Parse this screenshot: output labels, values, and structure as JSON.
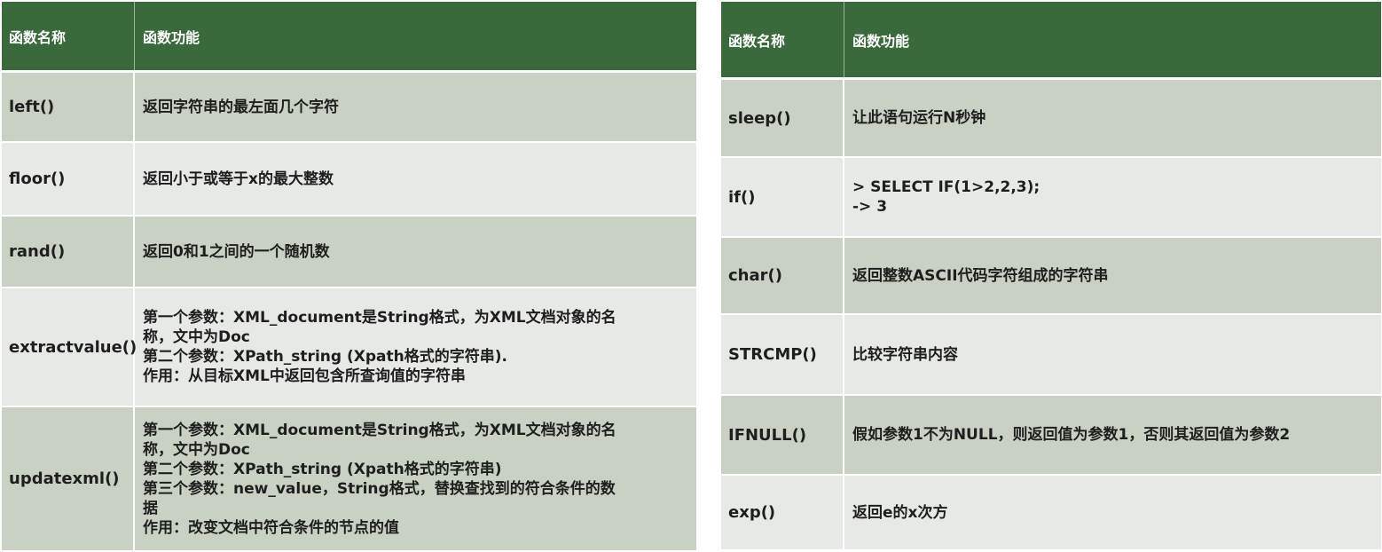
{
  "left_table": {
    "header": {
      "name": "函数名称",
      "func": "函数功能"
    },
    "rows": [
      {
        "name": "left()",
        "desc": "返回字符串的最左面几个字符"
      },
      {
        "name": "floor()",
        "desc": "返回小于或等于x的最大整数"
      },
      {
        "name": "rand()",
        "desc": "返回0和1之间的一个随机数"
      },
      {
        "name": "extractvalue()",
        "desc": "第一个参数：XML_document是String格式，为XML文档对象的名\n称，文中为Doc\n第二个参数：XPath_string (Xpath格式的字符串).\n作用：从目标XML中返回包含所查询值的字符串"
      },
      {
        "name": "updatexml()",
        "desc": "第一个参数：XML_document是String格式，为XML文档对象的名\n称，文中为Doc\n第二个参数：XPath_string (Xpath格式的字符串)\n第三个参数：new_value，String格式，替换查找到的符合条件的数\n据\n作用：改变文档中符合条件的节点的值"
      }
    ]
  },
  "right_table": {
    "header": {
      "name": "函数名称",
      "func": "函数功能"
    },
    "rows": [
      {
        "name": "sleep()",
        "desc": "让此语句运行N秒钟"
      },
      {
        "name": "if()",
        "desc": ">  SELECT IF(1>2,2,3);\n-> 3"
      },
      {
        "name": "char()",
        "desc": "返回整数ASCII代码字符组成的字符串"
      },
      {
        "name": "STRCMP()",
        "desc": "比较字符串内容"
      },
      {
        "name": "IFNULL()",
        "desc": "假如参数1不为NULL，则返回值为参数1，否则其返回值为参数2"
      },
      {
        "name": "exp()",
        "desc": "返回e的x次方"
      }
    ]
  },
  "colors": {
    "header_bg": "#3a6a3b",
    "row_dark": "#c9d0c4",
    "row_light": "#e7e9e6"
  }
}
